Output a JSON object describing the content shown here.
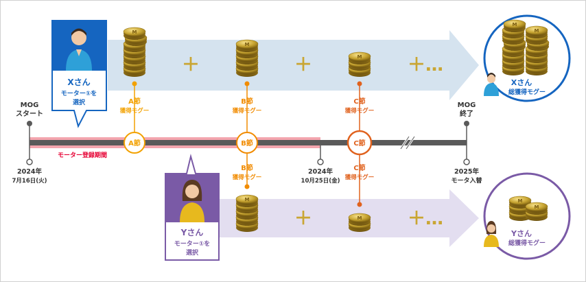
{
  "colors": {
    "blue": "#1565c0",
    "blue_light": "#d5e3ef",
    "purple": "#7a5aa6",
    "purple_light": "#e3def0",
    "orange_a": "#f2a100",
    "orange_b": "#f18b00",
    "orange_c": "#e0621e",
    "gray": "#5a5a5a",
    "pink": "#f3a5ae",
    "red_text": "#e60033",
    "gold": "#c9a633"
  },
  "timeline": {
    "start_label_1": "MOG",
    "start_label_2": "スタート",
    "end_label_1": "MOG",
    "end_label_2": "終了",
    "start_date_1": "2024年",
    "start_date_2": "7月16日(火)",
    "mid_date_1": "2024年",
    "mid_date_2": "10月25日(金)",
    "end_date_1": "2025年",
    "end_date_2": "モータ入替",
    "registration_label": "モーター登録期間",
    "node_a": "A節",
    "node_b": "B節",
    "node_c": "C節"
  },
  "person_x": {
    "name": "Xさん",
    "line1": "モーター①を",
    "line2": "選択",
    "total_name": "Xさん",
    "total_label": "総獲得モグー"
  },
  "person_y": {
    "name": "Yさん",
    "line1": "モーター①を",
    "line2": "選択",
    "total_name": "Yさん",
    "total_label": "総獲得モグー"
  },
  "awards": {
    "a_top_1": "A節",
    "a_top_2": "獲得モグー",
    "b_top_1": "B節",
    "b_top_2": "獲得モグー",
    "c_top_1": "C節",
    "c_top_2": "獲得モグー",
    "b_bottom_1": "B節",
    "b_bottom_2": "獲得モグー",
    "c_bottom_1": "C節",
    "c_bottom_2": "獲得モグー"
  },
  "symbols": {
    "plus": "＋",
    "plus_more": "＋…"
  },
  "icons": {
    "person": "person-icon",
    "coin": "mog-coin-stack-icon",
    "node": "ring-node-icon"
  }
}
